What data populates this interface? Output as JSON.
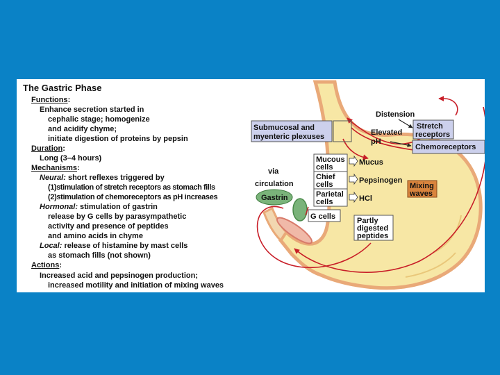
{
  "title": "The Gastric Phase",
  "functions": {
    "heading": "Functions",
    "colon": ":",
    "lines": [
      "Enhance secretion started in",
      "cephalic stage; homogenize",
      "and acidify chyme;",
      "initiate digestion of proteins by pepsin"
    ]
  },
  "duration": {
    "heading": "Duration",
    "colon": ":",
    "value": "Long (3–4 hours)"
  },
  "mechanisms": {
    "heading": "Mechanisms",
    "colon": ":",
    "neural_label": "Neural:",
    "neural_text": " short reflexes triggered by",
    "neural_1": "(1)stimulation of stretch receptors as stomach fills",
    "neural_2": "(2)stimulation of chemoreceptors as pH increases",
    "hormonal_label": "Hormonal:",
    "hormonal_text": " stimulation of gastrin",
    "hormonal_lines": [
      "release by G cells by parasympathetic",
      "activity and presence of peptides",
      "and amino acids in chyme"
    ],
    "local_label": "Local:",
    "local_text": " release of histamine by mast cells",
    "local_line2": "as stomach fills (not shown)"
  },
  "actions": {
    "heading": "Actions",
    "colon": ":",
    "lines": [
      "Increased acid and pepsinogen production;",
      "increased motility and initiation of mixing waves"
    ]
  },
  "figure": {
    "plexuses_1": "Submucosal and",
    "plexuses_2": "myenteric plexuses",
    "distension": "Distension",
    "stretch_1": "Stretch",
    "stretch_2": "receptors",
    "elevated_1": "Elevated",
    "elevated_2": "pH",
    "chemoreceptors": "Chemoreceptors",
    "via_1": "via",
    "via_2": "circulation",
    "gastrin": "Gastrin",
    "mucous_1": "Mucous",
    "mucous_2": "cells",
    "chief_1": "Chief",
    "chief_2": "cells",
    "parietal_1": "Parietal",
    "parietal_2": "cells",
    "mucus": "Mucus",
    "pepsinogen": "Pepsinogen",
    "hcl": "HCl",
    "mixing_1": "Mixing",
    "mixing_2": "waves",
    "gcells": "G cells",
    "partly_1": "Partly",
    "partly_2": "digested",
    "partly_3": "peptides"
  },
  "colors": {
    "background": "#0a82c6",
    "stomach": "#f7e7a5",
    "stomach_outline": "#e9a978",
    "nerve": "#c81e28",
    "label_box": "#ccd0ec",
    "mixing_box": "#d9843d",
    "gastrin": "#7ab37a"
  }
}
